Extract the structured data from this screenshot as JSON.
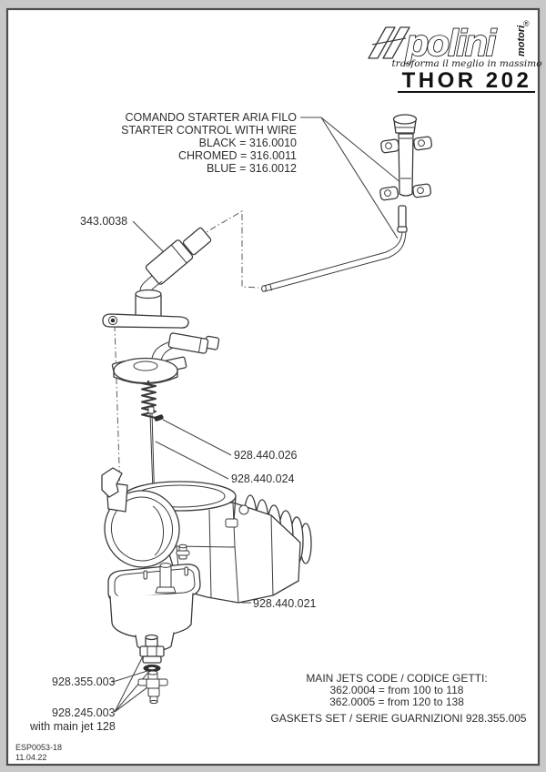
{
  "page": {
    "background_color": "#c8c8c8",
    "paper_color": "#ffffff",
    "border_color": "#4d4d4d",
    "ink_color": "#3a3a3a"
  },
  "logo": {
    "brand": "polini",
    "sub_brand": "motori",
    "registered_mark": "®",
    "slogan": "trasforma il meglio in massimo",
    "model": "THOR 202"
  },
  "callouts": {
    "starter_control": {
      "lines": [
        "COMANDO STARTER ARIA FILO",
        "STARTER CONTROL WITH WIRE",
        "BLACK = 316.0010",
        "CHROMED = 316.0011",
        "BLUE = 316.0012"
      ]
    },
    "cable_elbow": "343.0038",
    "needle_clip": "928.440.026",
    "needle": "928.440.024",
    "float_bowl": "928.440.021",
    "drain_plug": "928.355.003",
    "main_jet": "928.245.003",
    "main_jet_note": "with main jet 128"
  },
  "notes": {
    "main_jets_title": "MAIN JETS CODE / CODICE GETTI:",
    "main_jets": [
      "362.0004 = from 100 to 118",
      "362.0005 = from 120 to 138"
    ],
    "gaskets": "GASKETS SET / SERIE GUARNIZIONI 928.355.005"
  },
  "doc": {
    "code": "ESP0053-18",
    "date": "11.04.22"
  }
}
